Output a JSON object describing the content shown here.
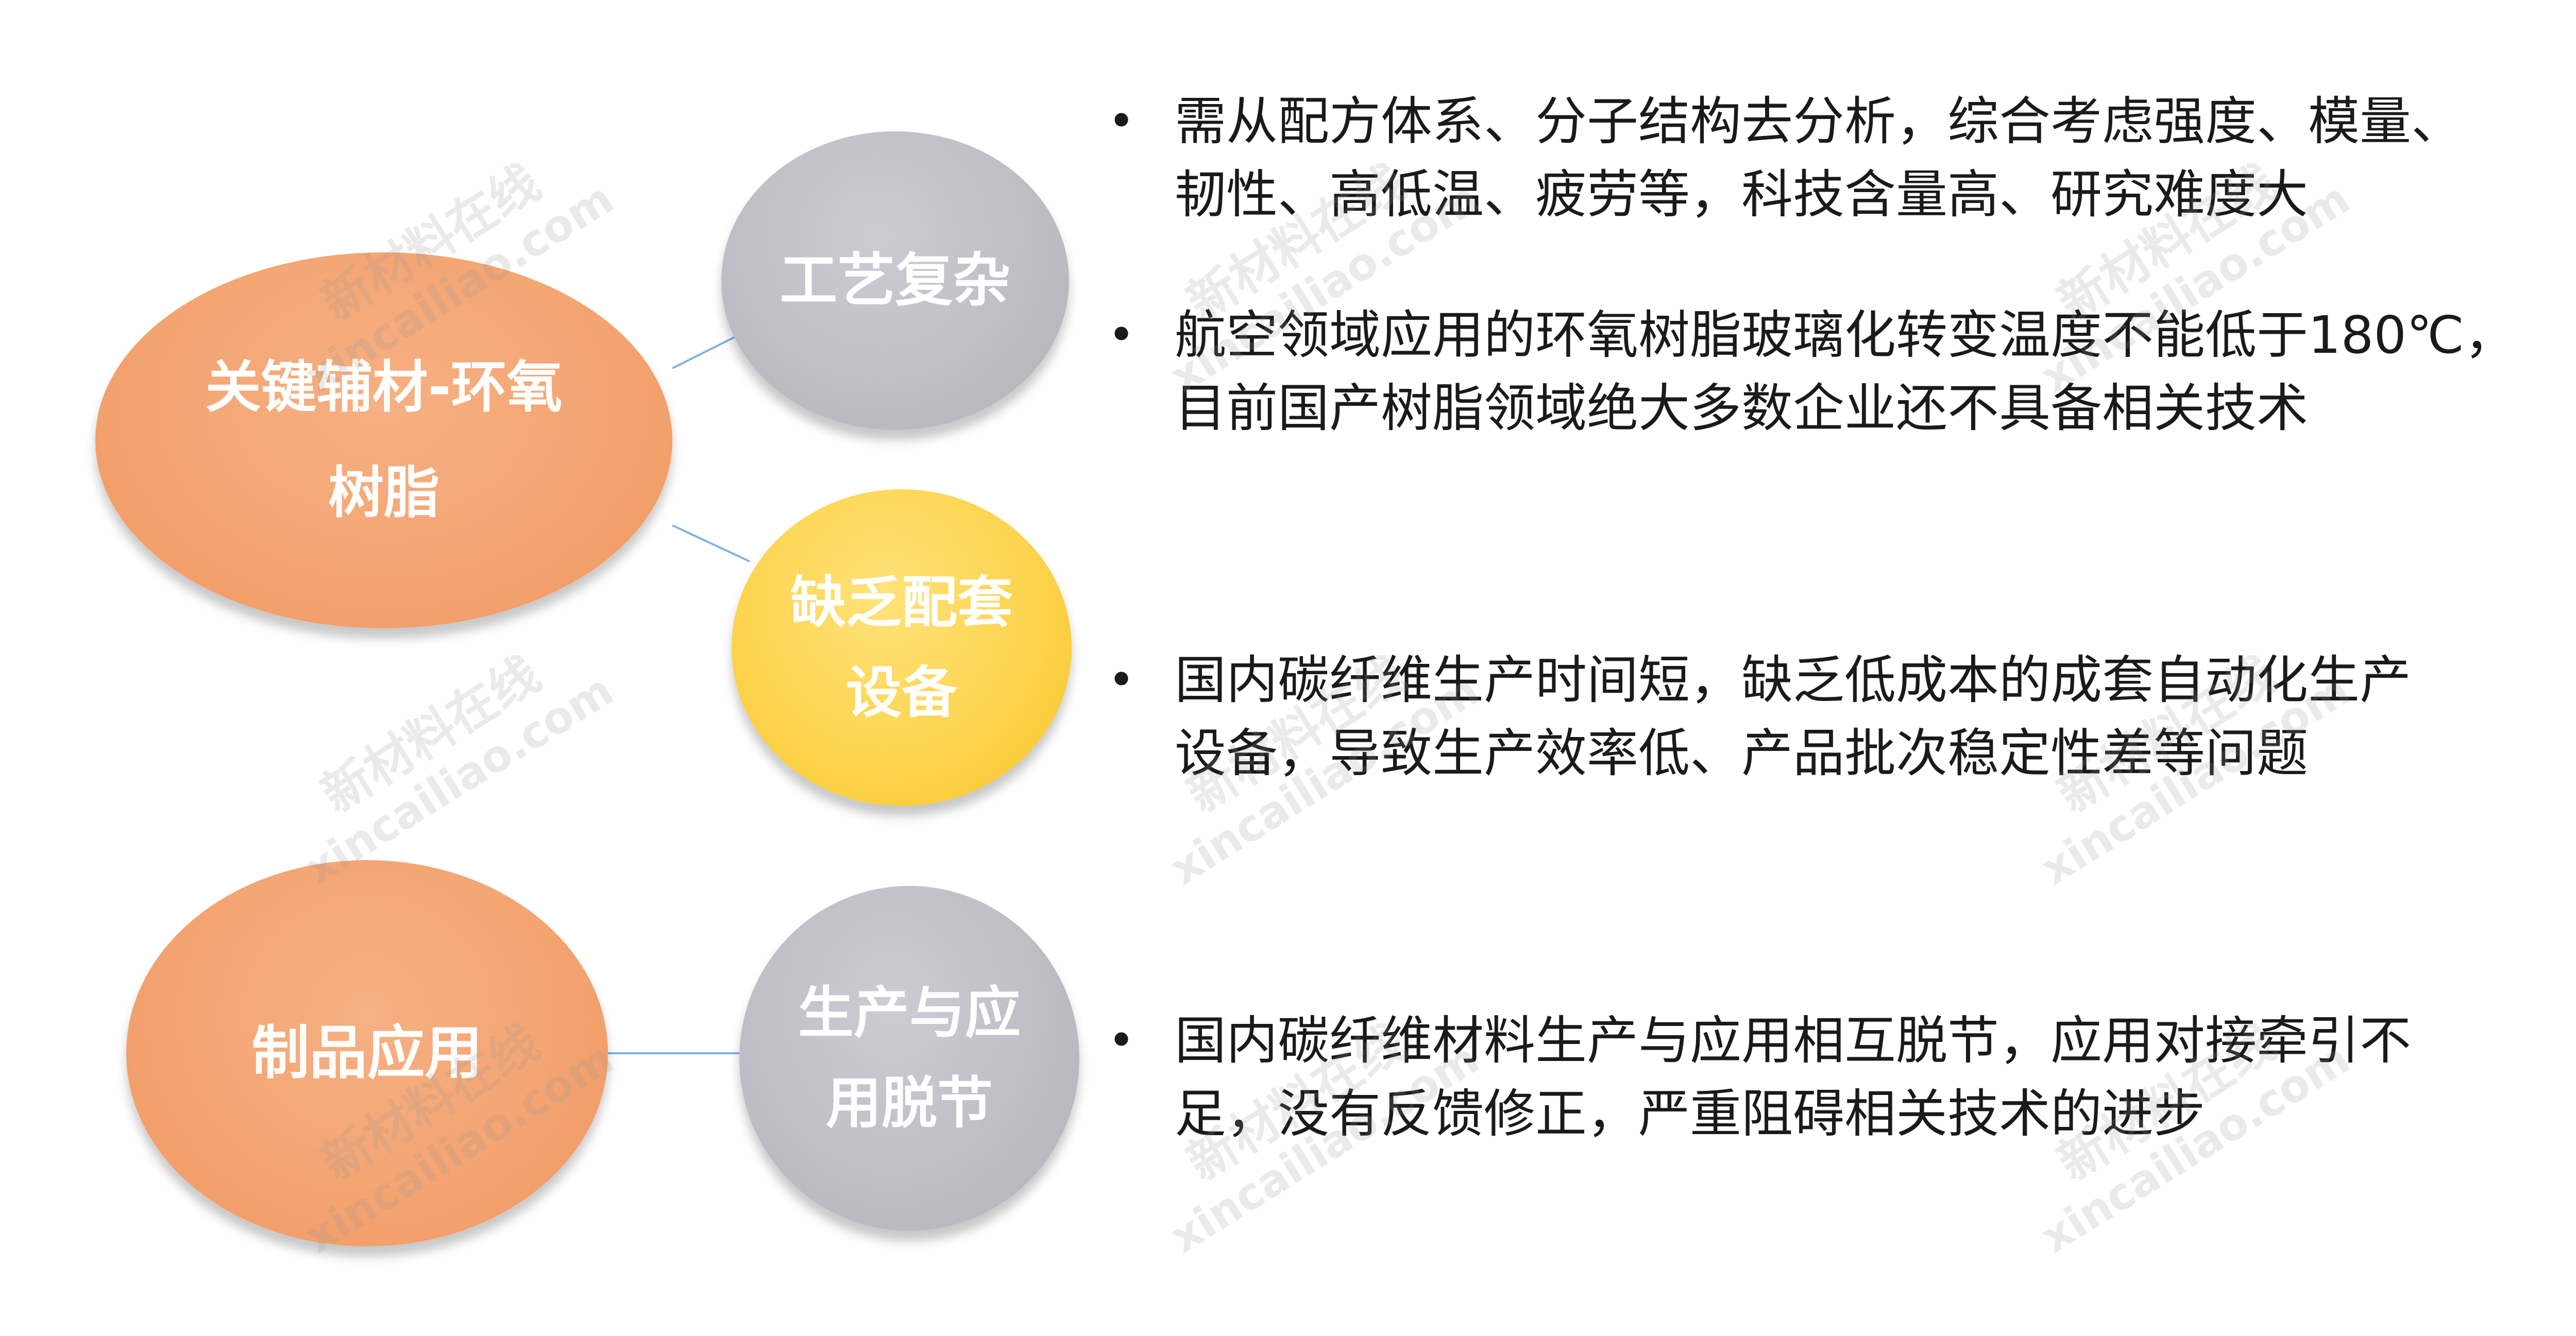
{
  "nodes": {
    "resin": {
      "line1": "关键辅材-环氧",
      "line2": "树脂"
    },
    "process": {
      "line1": "工艺复杂"
    },
    "equipment": {
      "line1": "缺乏配套",
      "line2": "设备"
    },
    "product": {
      "line1": "制品应用"
    },
    "decouple": {
      "line1": "生产与应",
      "line2": "用脱节"
    }
  },
  "bullets": [
    {
      "line1": "需从配方体系、分子结构去分析，综合考虑强度、模量、",
      "line2": "韧性、高低温、疲劳等，科技含量高、研究难度大"
    },
    {
      "line1": "航空领域应用的环氧树脂玻璃化转变温度不能低于180℃，",
      "line2": "目前国产树脂领域绝大多数企业还不具备相关技术"
    },
    {
      "line1": "国内碳纤维生产时间短，缺乏低成本的成套自动化生产",
      "line2": "设备，导致生产效率低、产品批次稳定性差等问题"
    },
    {
      "line1": "国内碳纤维材料生产与应用相互脱节，应用对接牵引不",
      "line2": "足，没有反馈修正，严重阻碍相关技术的进步"
    }
  ],
  "bullet_symbol": "•",
  "watermark": {
    "cn": "新材料在线",
    "en": "xincailiao.com"
  },
  "colors": {
    "orange": "#f4a572",
    "gray": "#bfbec6",
    "yellow": "#fcd44e",
    "connector": "#7fb3e0",
    "text": "#1a1a1a"
  }
}
